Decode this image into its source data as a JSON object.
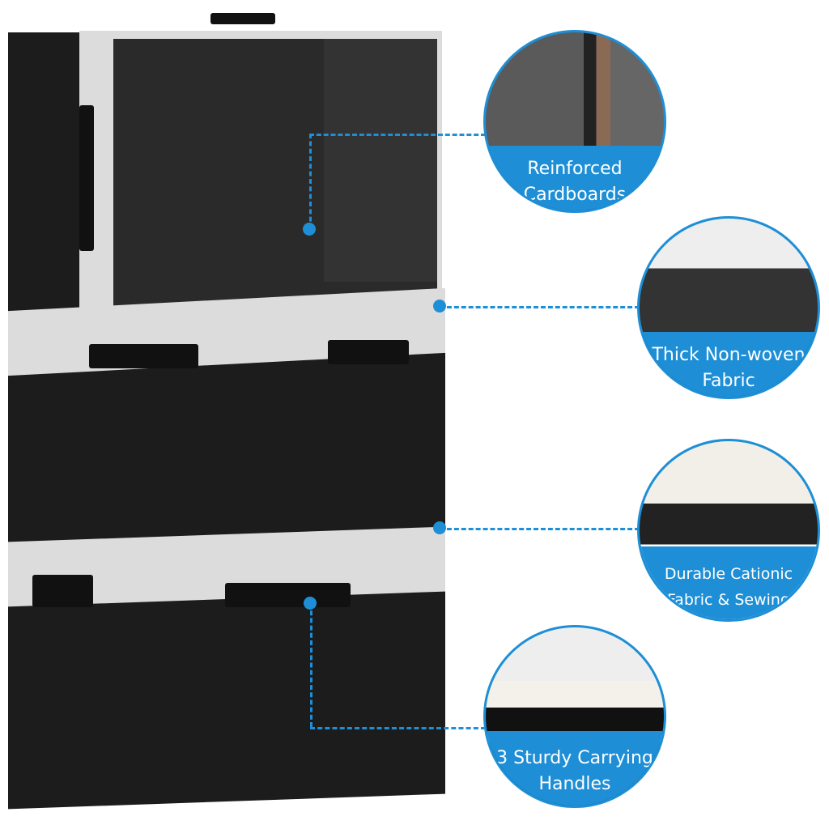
{
  "accent_color": "#1e8fd6",
  "features": [
    {
      "line1": "Reinforced",
      "line2": "Cardboards",
      "icon": "cardboard-closeup"
    },
    {
      "line1": "Thick Non-woven",
      "line2": "Fabric",
      "icon": "fabric-corner-closeup"
    },
    {
      "line1": "Durable Cationic",
      "line2": "Fabric & Sewing",
      "icon": "sewing-closeup"
    },
    {
      "line1": "3 Sturdy Carrying",
      "line2": "Handles",
      "icon": "handle-closeup"
    }
  ]
}
